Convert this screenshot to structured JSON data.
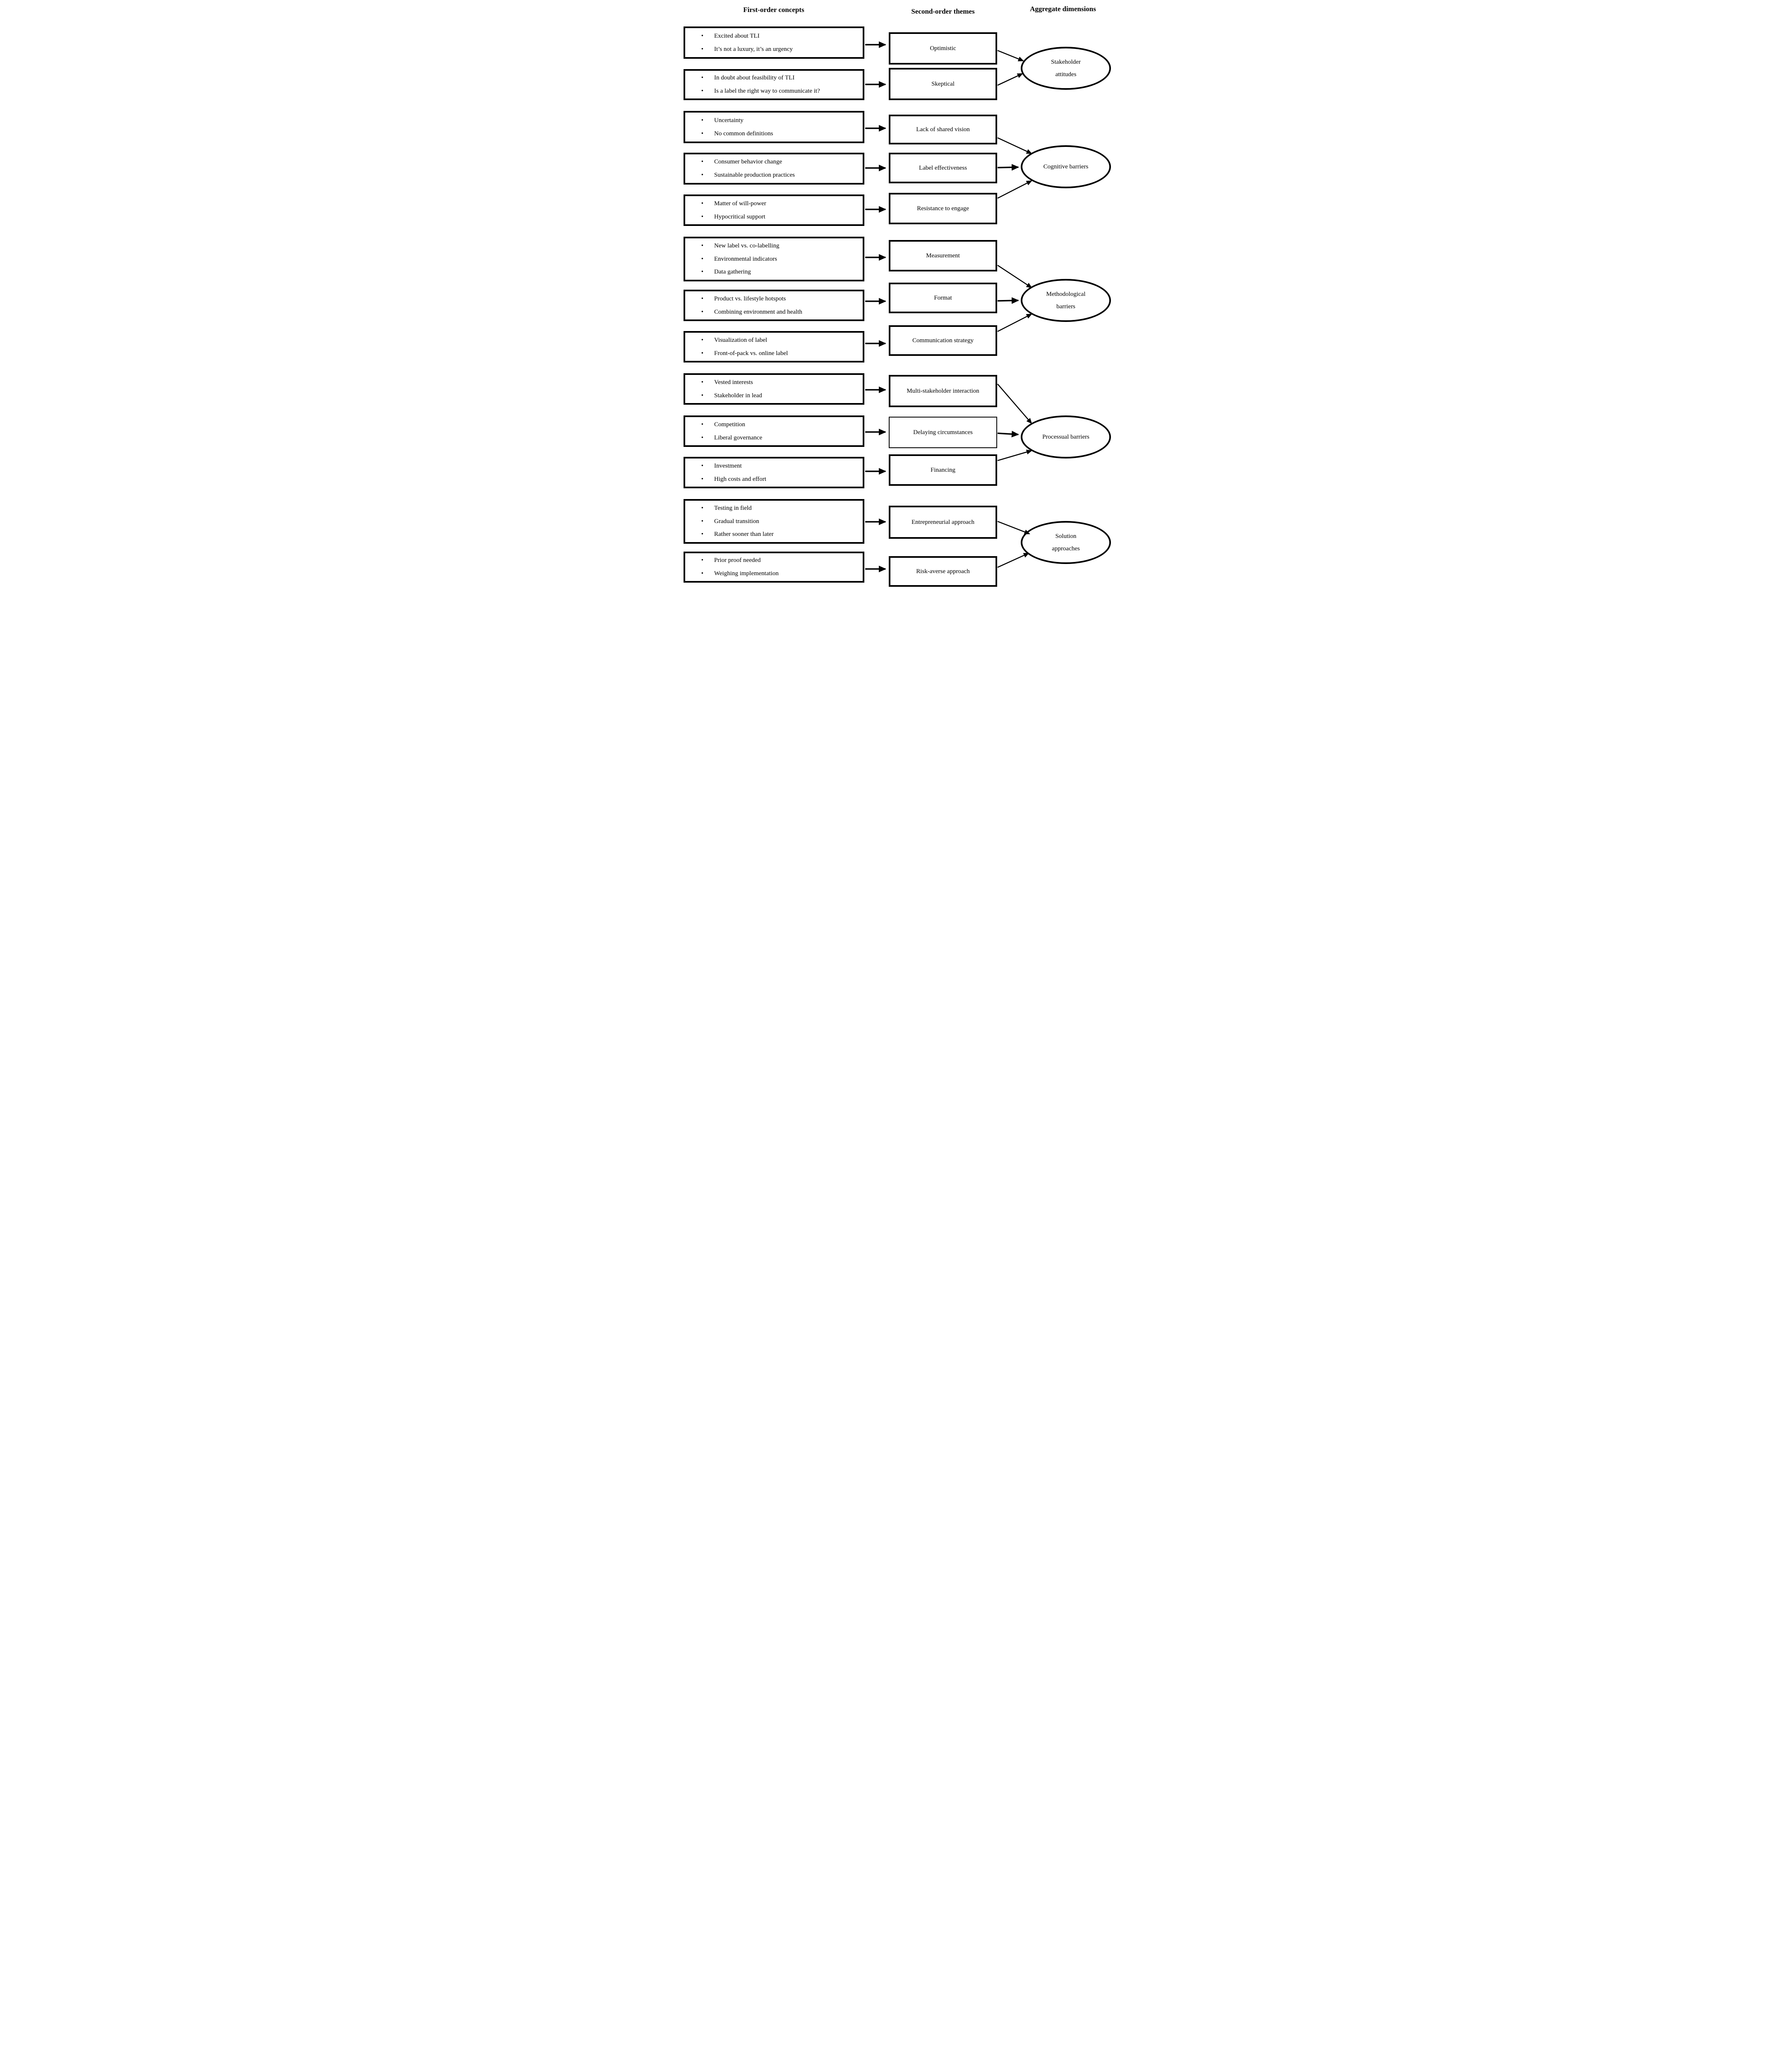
{
  "headers": {
    "col1": "First-order concepts",
    "col2": "Second-order themes",
    "col3": "Aggregate dimensions"
  },
  "colors": {
    "ink": "#000000",
    "background": "#ffffff"
  },
  "groups": [
    {
      "dimension": "Stakeholder attitudes",
      "pairs": [
        {
          "concepts": [
            "Excited about TLI",
            "It’s not a luxury, it’s an urgency"
          ],
          "theme": "Optimistic"
        },
        {
          "concepts": [
            "In doubt about feasibility of TLI",
            "Is a label the right way to communicate it?"
          ],
          "theme": "Skeptical"
        }
      ]
    },
    {
      "dimension": "Cognitive barriers",
      "pairs": [
        {
          "concepts": [
            "Uncertainty",
            "No common definitions"
          ],
          "theme": "Lack of shared vision"
        },
        {
          "concepts": [
            "Consumer behavior change",
            "Sustainable production practices"
          ],
          "theme": "Label effectiveness"
        },
        {
          "concepts": [
            "Matter of will-power",
            "Hypocritical support"
          ],
          "theme": "Resistance to engage"
        }
      ]
    },
    {
      "dimension": "Methodological barriers",
      "pairs": [
        {
          "concepts": [
            "New label vs. co-labelling",
            "Environmental indicators",
            "Data gathering"
          ],
          "theme": "Measurement"
        },
        {
          "concepts": [
            "Product vs. lifestyle hotspots",
            "Combining environment and health"
          ],
          "theme": "Format"
        },
        {
          "concepts": [
            "Visualization of label",
            "Front-of-pack vs. online label"
          ],
          "theme": "Communication strategy"
        }
      ]
    },
    {
      "dimension": "Processual barriers",
      "pairs": [
        {
          "concepts": [
            "Vested interests",
            "Stakeholder in lead"
          ],
          "theme": "Multi-stakeholder interaction"
        },
        {
          "concepts": [
            "Competition",
            "Liberal governance"
          ],
          "theme": "Delaying circumstances"
        },
        {
          "concepts": [
            "Investment",
            "High costs and effort"
          ],
          "theme": "Financing"
        }
      ]
    },
    {
      "dimension": "Solution approaches",
      "pairs": [
        {
          "concepts": [
            "Testing in field",
            "Gradual transition",
            "Rather sooner than later"
          ],
          "theme": "Entrepreneurial approach"
        },
        {
          "concepts": [
            "Prior proof needed",
            "Weighing implementation"
          ],
          "theme": "Risk-averse approach"
        }
      ]
    }
  ]
}
